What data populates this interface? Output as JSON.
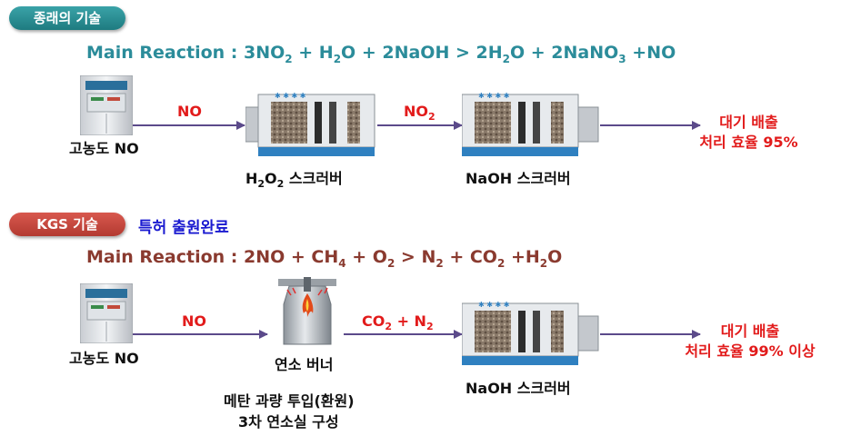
{
  "section1": {
    "badge": "종래의 기술",
    "reaction": {
      "prefix": "Main Reaction : 3NO",
      "s1": "2",
      "p2": " + H",
      "s2": "2",
      "p3": "O + 2NaOH > 2H",
      "s3": "2",
      "p4": "O + 2NaNO",
      "s4": "3",
      "p5": " +NO"
    },
    "source_label": "고농도 NO",
    "arrow1_label": "NO",
    "arrow2_label": {
      "main": "NO",
      "sub": "2"
    },
    "scrubber1_label": {
      "p1": "H",
      "s1": "2",
      "p2": "O",
      "s2": "2",
      "p3": " 스크러버"
    },
    "scrubber2_label": "NaOH 스크러버",
    "result": {
      "line1": "대기 배출",
      "line2": "처리 효율 95%"
    }
  },
  "section2": {
    "badge": "KGS 기술",
    "patent": "특허 출원완료",
    "reaction": {
      "prefix": "Main Reaction : 2NO + CH",
      "s1": "4",
      "p2": " + O",
      "s2": "2",
      "p3": " > N",
      "s3": "2",
      "p4": " + CO",
      "s4": "2",
      "p5": " +H",
      "s5": "2",
      "p6": "O"
    },
    "source_label": "고농도 NO",
    "arrow1_label": "NO",
    "arrow2_label": {
      "p1": "CO",
      "s1": "2",
      "p2": " + N",
      "s2": "2"
    },
    "burner_label": "연소 버너",
    "burner_note": {
      "line1": "메탄 과량 투입(환원)",
      "line2": "3차 연소실 구성"
    },
    "scrubber_label": "NaOH 스크러버",
    "result": {
      "line1": "대기 배출",
      "line2": "처리 효율 99% 이상"
    }
  },
  "colors": {
    "teal": "#2b8c9a",
    "brown": "#8a3a2f",
    "red": "#e21b1b",
    "blue": "#1a1ad0",
    "arrow": "#5b4a8a"
  }
}
